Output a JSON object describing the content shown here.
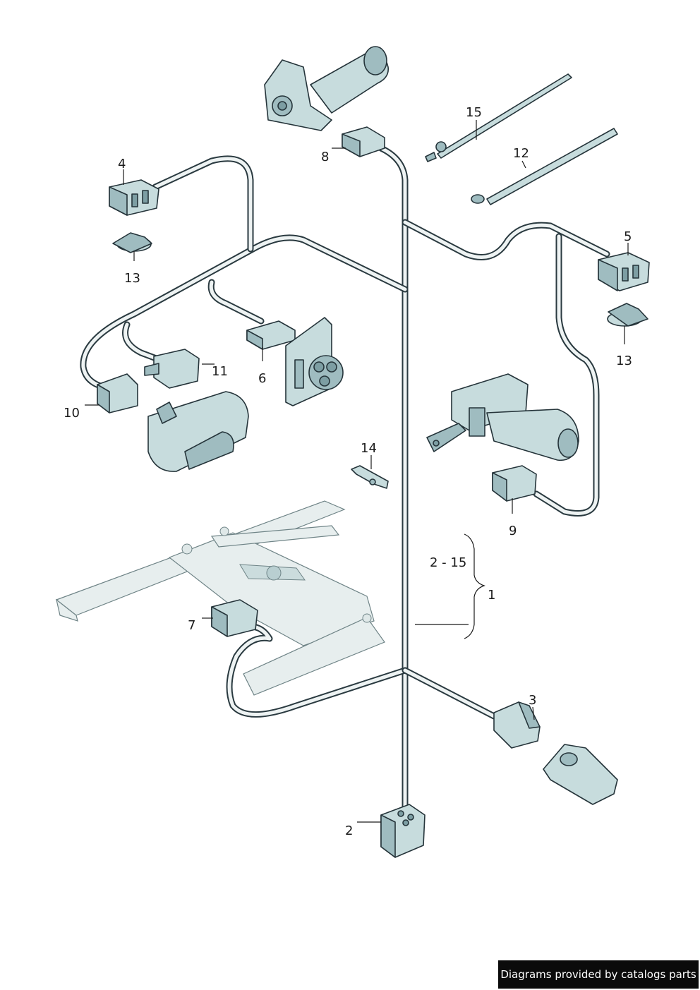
{
  "callouts": {
    "c1": "1",
    "c2": "2",
    "c3": "3",
    "c4": "4",
    "c5": "5",
    "c6": "6",
    "c7": "7",
    "c8": "8",
    "c9": "9",
    "c10": "10",
    "c11": "11",
    "c12": "12",
    "c13a": "13",
    "c13b": "13",
    "c14": "14",
    "c15": "15",
    "range": "2 - 15"
  },
  "footer": {
    "credit": "Diagrams provided by catalogs parts"
  }
}
